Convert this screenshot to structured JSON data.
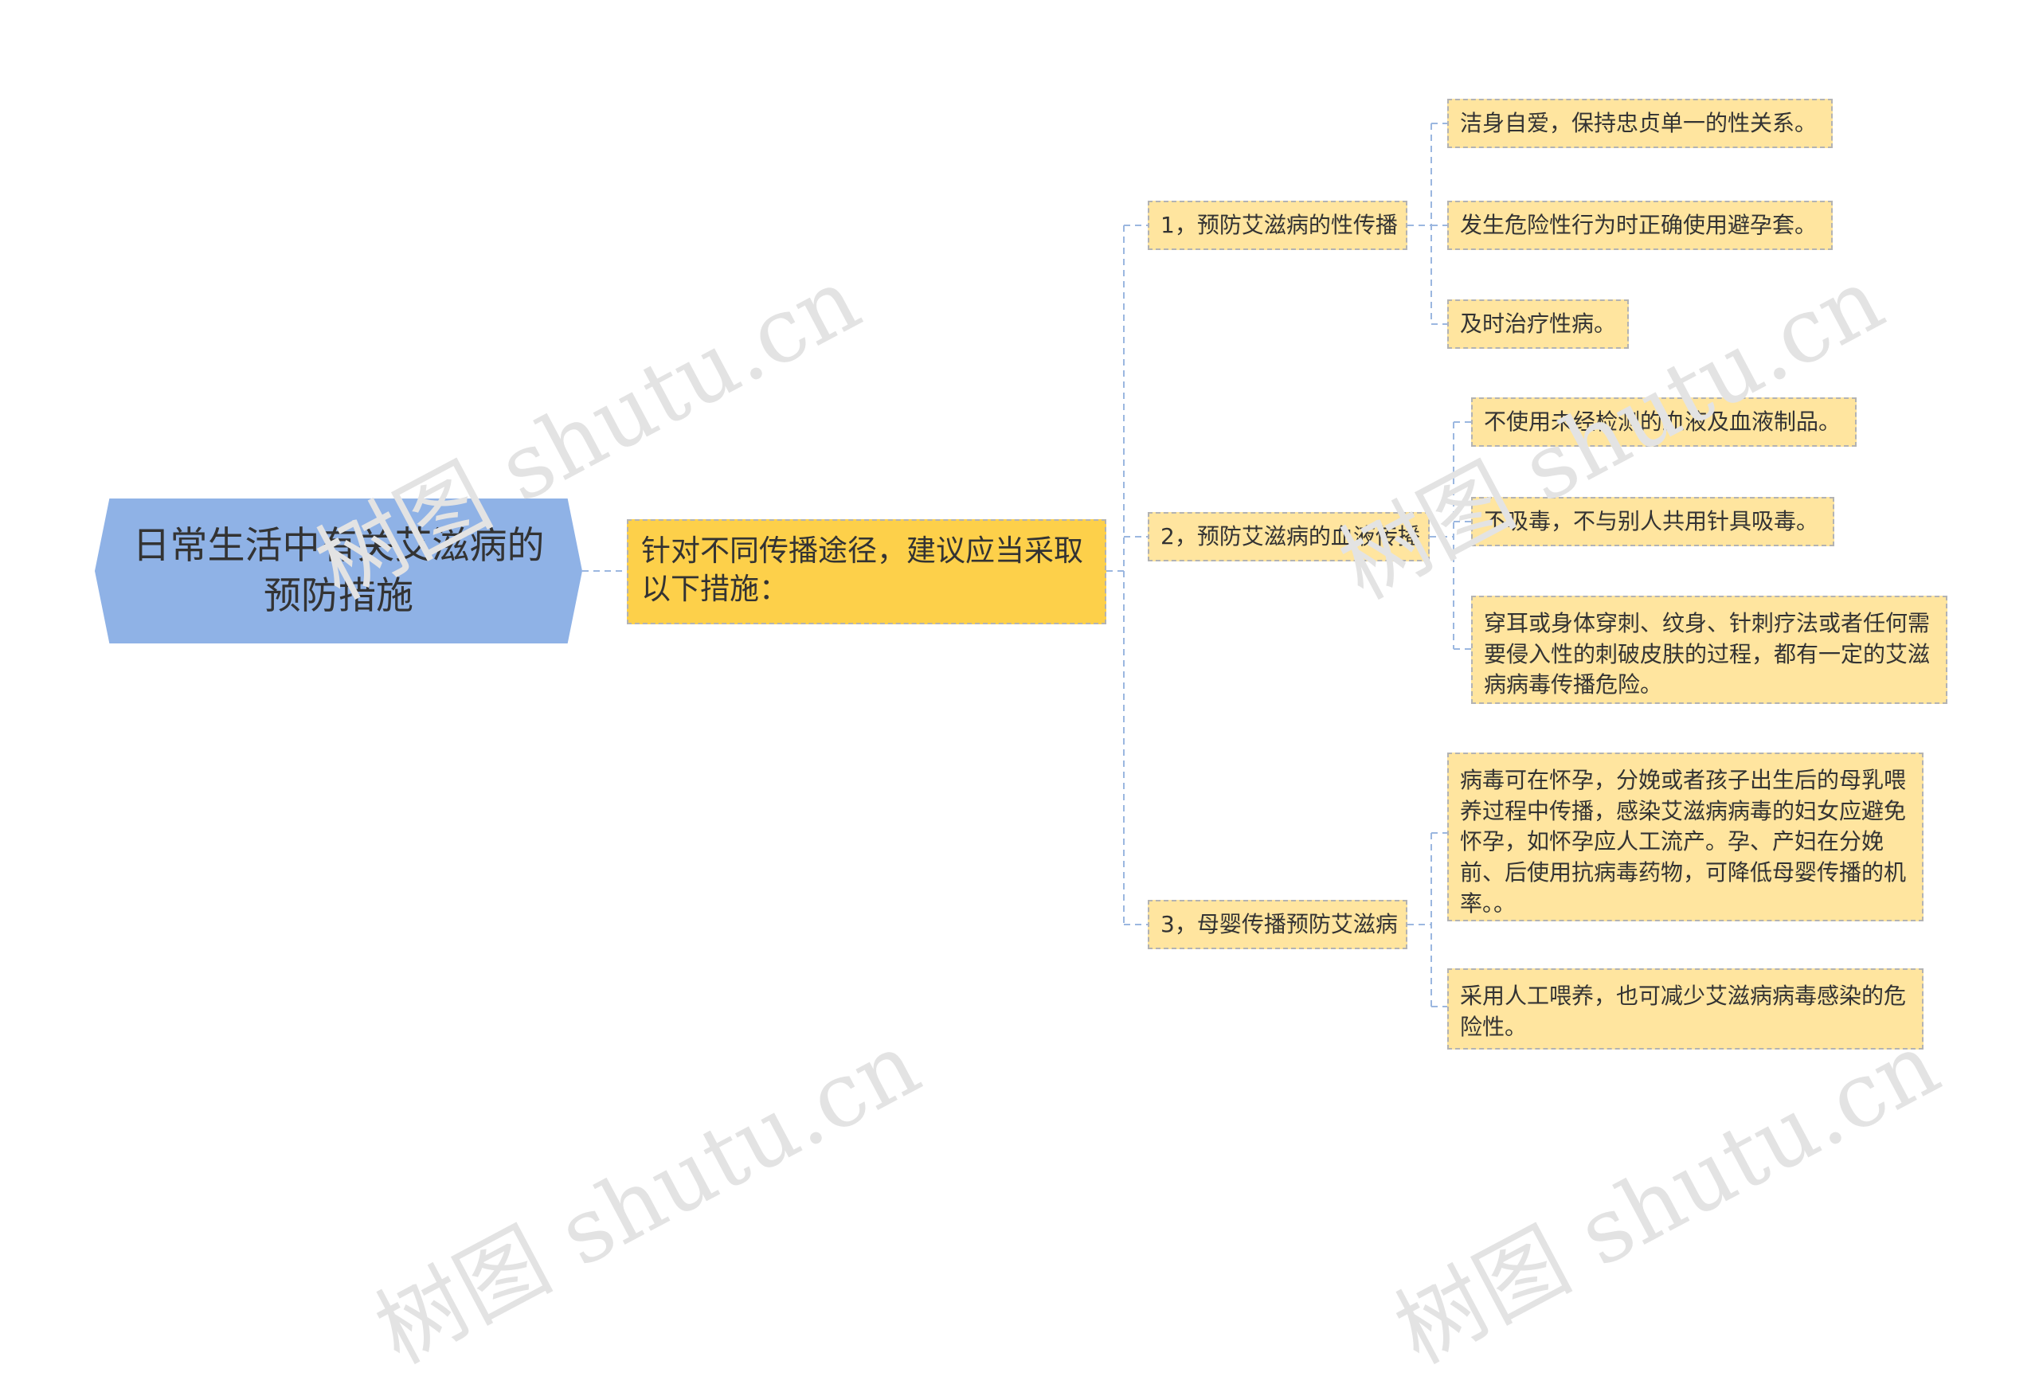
{
  "root": {
    "label": "日常生活中有关艾滋病的预防措施"
  },
  "level1": {
    "label": "针对不同传播途径，建议应当采取以下措施："
  },
  "branches": [
    {
      "label": "1，预防艾滋病的性传播",
      "leaves": [
        "洁身自爱，保持忠贞单一的性关系。",
        "发生危险性行为时正确使用避孕套。",
        "及时治疗性病。"
      ]
    },
    {
      "label": "2，预防艾滋病的血液传播",
      "leaves": [
        "不使用未经检测的血液及血液制品。",
        "不吸毒，不与别人共用针具吸毒。",
        "穿耳或身体穿刺、纹身、针刺疗法或者任何需要侵入性的刺破皮肤的过程，都有一定的艾滋病病毒传播危险。"
      ]
    },
    {
      "label": "3，母婴传播预防艾滋病",
      "leaves": [
        "病毒可在怀孕，分娩或者孩子出生后的母乳喂养过程中传播，感染艾滋病病毒的妇女应避免怀孕，如怀孕应人工流产。孕、产妇在分娩前、后使用抗病毒药物，可降低母婴传播的机率。。",
        "采用人工喂养，也可减少艾滋病病毒感染的危险性。"
      ]
    }
  ],
  "watermark": {
    "cjk": "树图",
    "latin": "shutu.cn"
  },
  "colors": {
    "root": "#8fb2e6",
    "level1": "#fdd04a",
    "node": "#ffe59f",
    "border": "#b3b3b3",
    "connector": "#9bb7e0"
  }
}
